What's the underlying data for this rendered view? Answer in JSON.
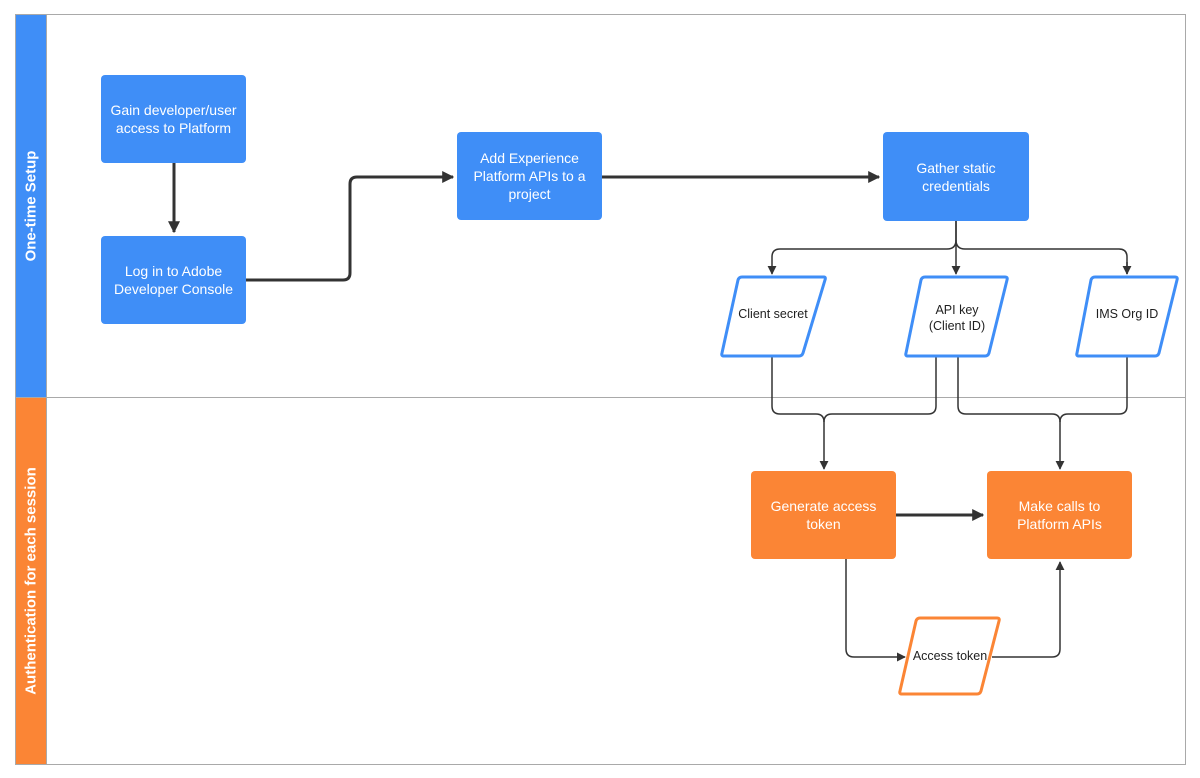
{
  "lanes": {
    "setup_label": "One-time Setup",
    "session_label": "Authentication for each session",
    "colors": {
      "setup": "#3f8ef7",
      "session": "#fb8535"
    }
  },
  "steps": {
    "gain_access": "Gain developer/user access to Platform",
    "log_in": "Log in to Adobe Developer Console",
    "add_apis": "Add Experience Platform APIs to a project",
    "gather_credentials": "Gather static credentials",
    "generate_token": "Generate access token",
    "make_calls": "Make calls to Platform APIs"
  },
  "data_items": {
    "client_secret": "Client secret",
    "api_key": "API key (Client ID)",
    "ims_org_id": "IMS Org ID",
    "access_token": "Access token"
  }
}
